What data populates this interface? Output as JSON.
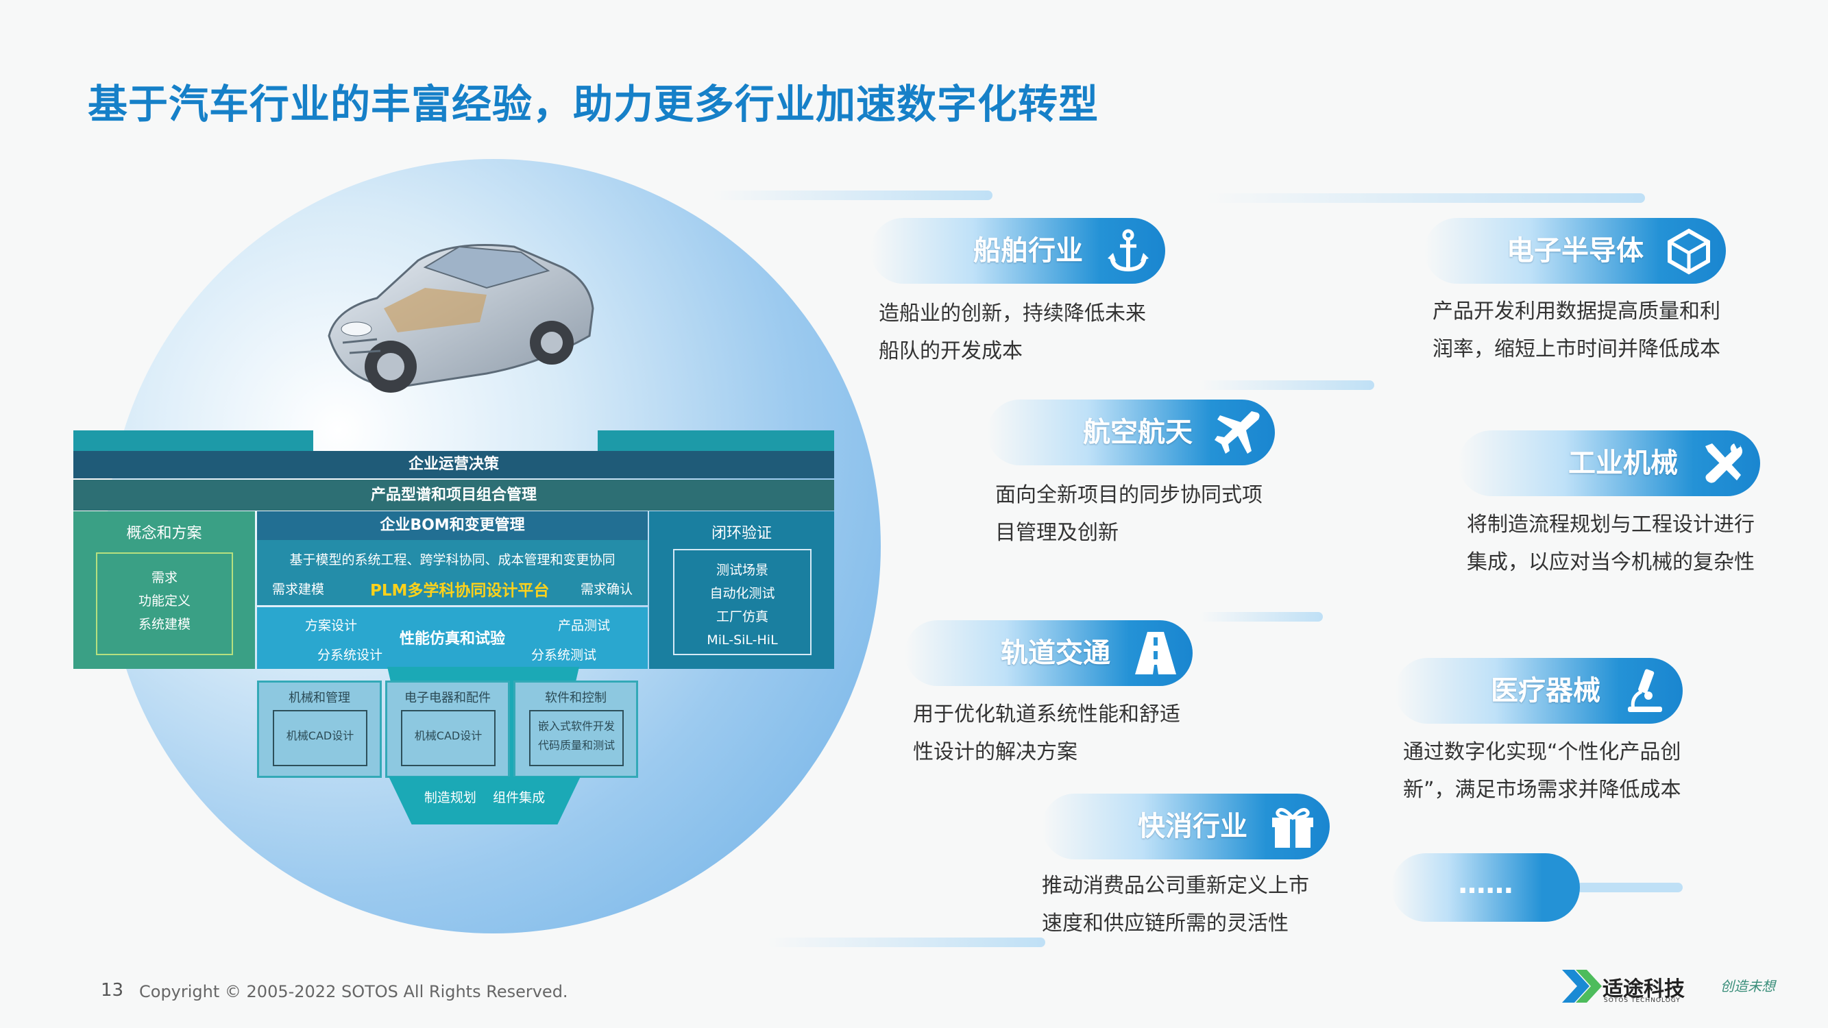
{
  "title": "基于汽车行业的丰富经验，助力更多行业加速数字化转型",
  "diagram": {
    "top_bar": "企业运营决策",
    "second_bar": "产品型谱和项目组合管理",
    "left_col": {
      "title": "概念和方案",
      "items": [
        "需求",
        "功能定义",
        "系统建模"
      ]
    },
    "right_col": {
      "title": "闭环验证",
      "items": [
        "测试场景",
        "自动化测试",
        "工厂仿真",
        "MiL-SiL-HiL"
      ]
    },
    "mid_head": "企业BOM和变更管理",
    "mid_line1": "基于模型的系统工程、跨学科协同、成本管理和变更协同",
    "mid_left": "需求建模",
    "mid_center": "PLM多学科协同设计平台",
    "mid_right": "需求确认",
    "sim_a": "方案设计",
    "sim_b": "分系统设计",
    "sim_center": "性能仿真和试验",
    "sim_d": "产品测试",
    "sim_e": "分系统测试",
    "v1": {
      "title": "机械和管理",
      "inner": "机械CAD设计"
    },
    "v2": {
      "title": "电子电器和配件",
      "inner": "机械CAD设计"
    },
    "v3": {
      "title": "软件和控制",
      "inner_1": "嵌入式软件开发",
      "inner_2": "代码质量和测试"
    },
    "bottom_left": "制造规划",
    "bottom_right": "组件集成"
  },
  "industries": [
    {
      "name": "船舶行业",
      "icon": "anchor-icon",
      "desc1": "造船业的创新，持续降低未来",
      "desc2": "船队的开发成本"
    },
    {
      "name": "电子半导体",
      "icon": "chip-icon",
      "desc1": "产品开发利用数据提高质量和利",
      "desc2": "润率，缩短上市时间并降低成本"
    },
    {
      "name": "航空航天",
      "icon": "airplane-icon",
      "desc1": "面向全新项目的同步协同式项",
      "desc2": "目管理及创新"
    },
    {
      "name": "工业机械",
      "icon": "tools-icon",
      "desc1": "将制造流程规划与工程设计进行",
      "desc2": "集成，以应对当今机械的复杂性"
    },
    {
      "name": "轨道交通",
      "icon": "road-icon",
      "desc1": "用于优化轨道系统性能和舒适",
      "desc2": "性设计的解决方案"
    },
    {
      "name": "医疗器械",
      "icon": "microscope-icon",
      "desc1": "通过数字化实现“个性化产品创",
      "desc2": "新”，满足市场需求并降低成本"
    },
    {
      "name": "快消行业",
      "icon": "gift-icon",
      "desc1": "推动消费品公司重新定义上市",
      "desc2": "速度和供应链所需的灵活性"
    }
  ],
  "more": "……",
  "footer": {
    "page_number": "13",
    "copyright": "Copyright © 2005-2022 SOTOS All Rights Reserved.",
    "logo_cn": "适途科技",
    "logo_en": "SOTOS TECHNOLOGY",
    "signature": "创造未想"
  },
  "colors": {
    "title": "#1680c8",
    "accent": "#2492d6"
  }
}
